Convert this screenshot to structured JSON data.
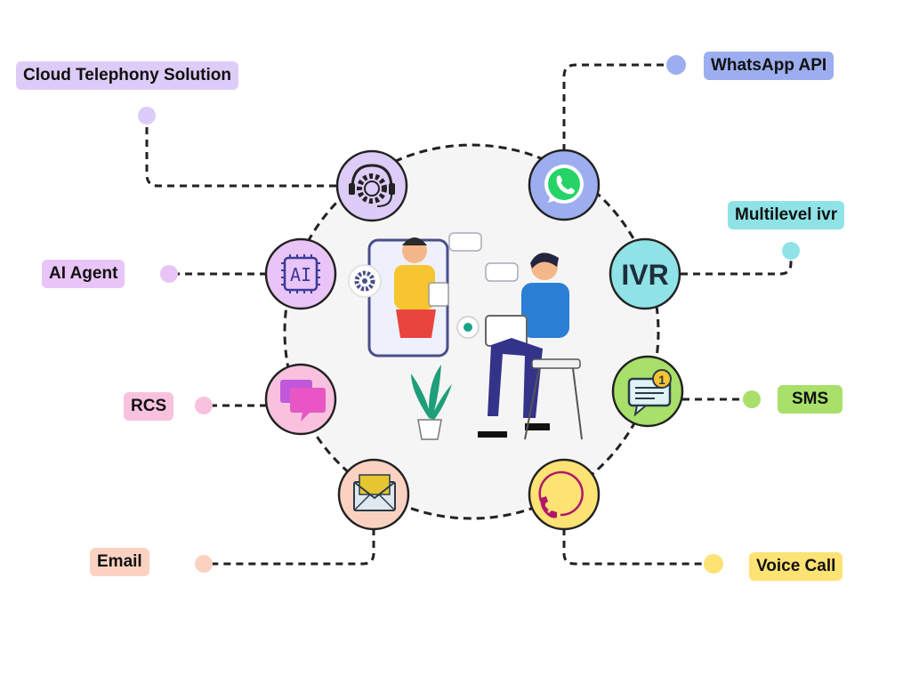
{
  "nodes": [
    {
      "id": "cloud",
      "label": "Cloud Telephony Solution",
      "color": "#ddccf7",
      "icon": "headset-gear-icon"
    },
    {
      "id": "whatsapp",
      "label": "WhatsApp API",
      "color": "#9caef0",
      "icon": "whatsapp-icon"
    },
    {
      "id": "ivr",
      "label": "Multilevel ivr",
      "color": "#8fe3e6",
      "icon": "ivr-icon",
      "icon_text": "IVR"
    },
    {
      "id": "ai",
      "label": "AI Agent",
      "color": "#e9c4f6",
      "icon": "ai-chip-icon",
      "icon_text": "AI"
    },
    {
      "id": "rcs",
      "label": "RCS",
      "color": "#f8c2df",
      "icon": "chat-bubbles-icon"
    },
    {
      "id": "sms",
      "label": "SMS",
      "color": "#a8e06a",
      "icon": "sms-notification-icon",
      "badge": "1"
    },
    {
      "id": "email",
      "label": "Email",
      "color": "#fbd2c2",
      "icon": "envelope-icon"
    },
    {
      "id": "voice",
      "label": "Voice Call",
      "color": "#fde274",
      "icon": "phone-icon"
    }
  ]
}
